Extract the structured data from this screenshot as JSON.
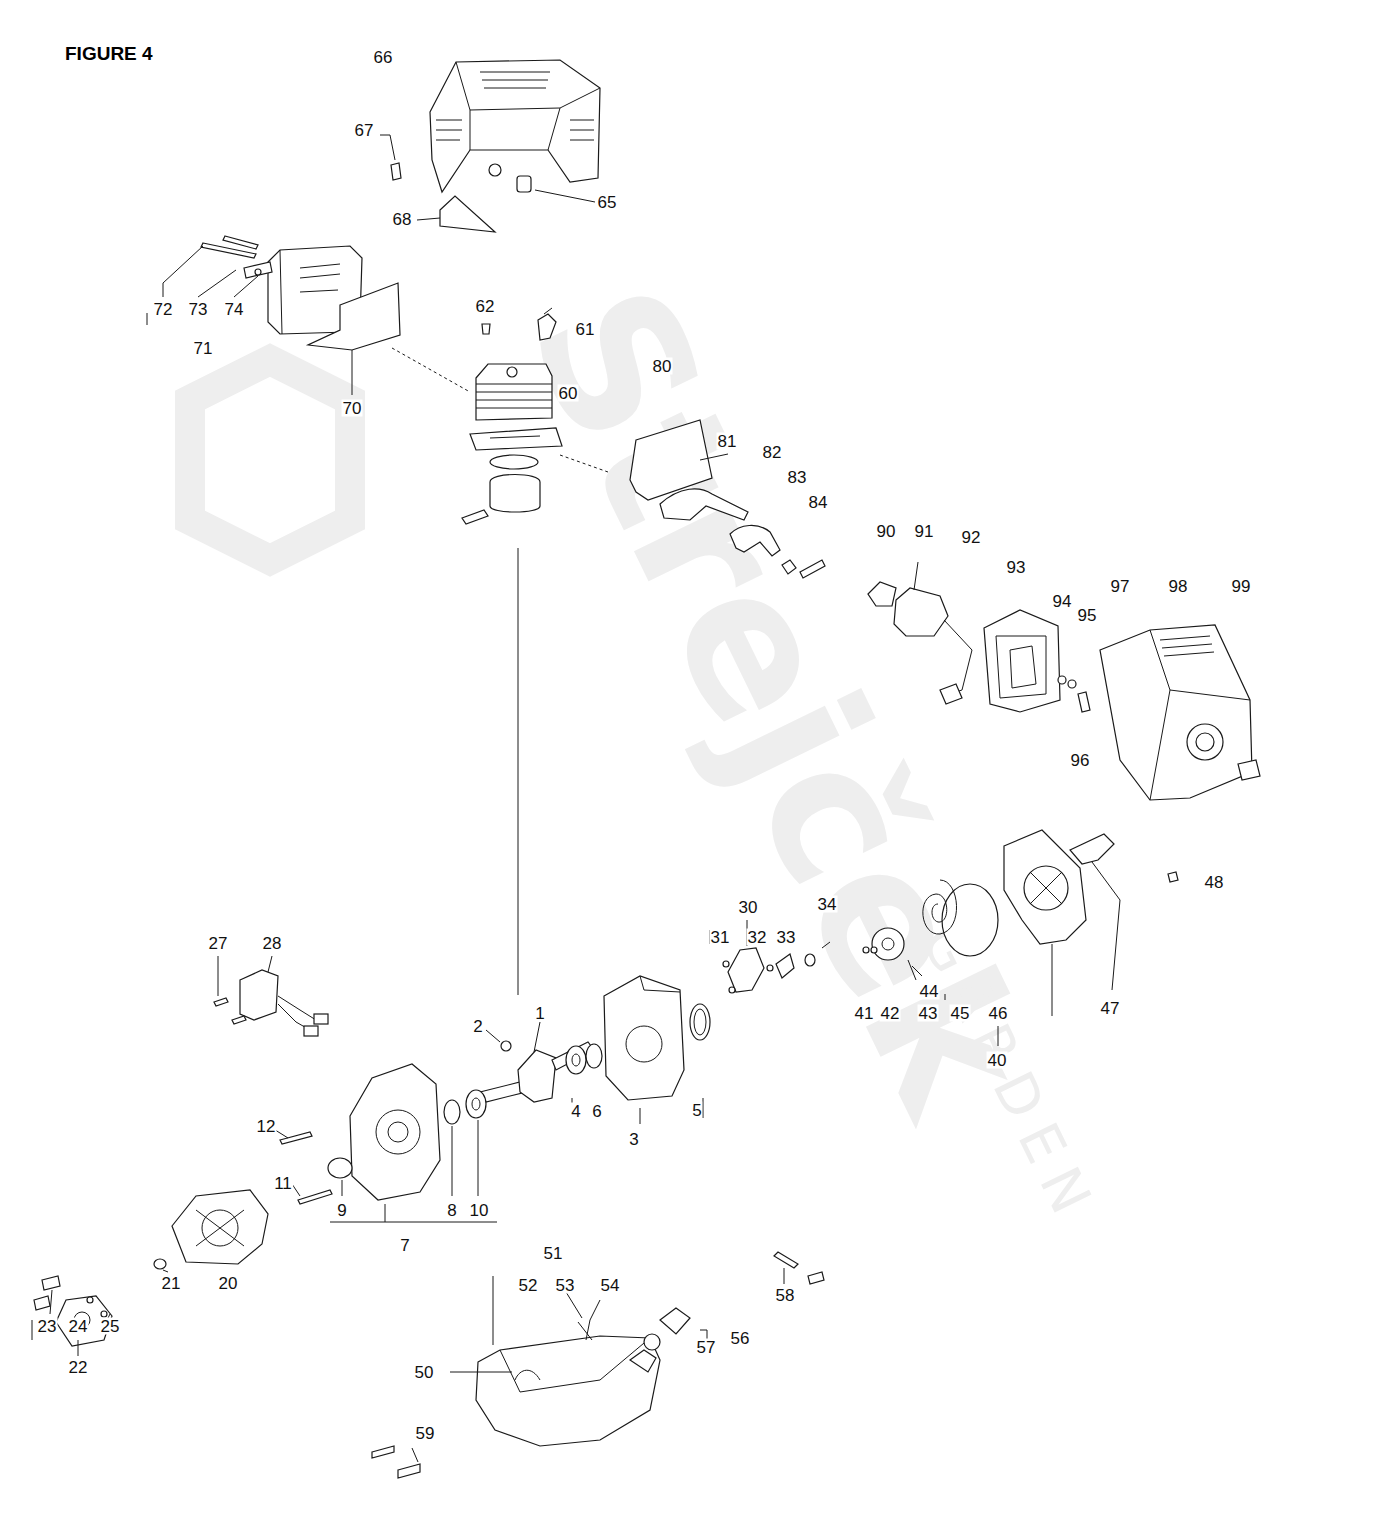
{
  "diagram": {
    "title": "FIGURE 4",
    "labels": [
      "66",
      "67",
      "65",
      "68",
      "72",
      "73",
      "74",
      "71",
      "62",
      "61",
      "60",
      "70",
      "80",
      "81",
      "82",
      "83",
      "84",
      "90",
      "91",
      "92",
      "93",
      "94",
      "95",
      "97",
      "98",
      "99",
      "96",
      "48",
      "47",
      "27",
      "28",
      "30",
      "31",
      "32",
      "33",
      "34",
      "41",
      "42",
      "44",
      "43",
      "45",
      "46",
      "40",
      "2",
      "1",
      "4",
      "6",
      "3",
      "5",
      "12",
      "11",
      "9",
      "8",
      "10",
      "7",
      "21",
      "20",
      "23",
      "24",
      "25",
      "22",
      "51",
      "52",
      "53",
      "54",
      "56",
      "57",
      "58",
      "50",
      "59",
      "Strejček",
      "GARDEN"
    ]
  }
}
